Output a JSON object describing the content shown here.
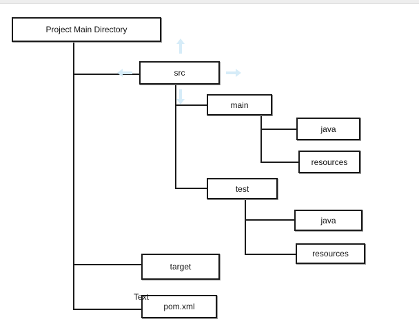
{
  "diagram": {
    "root_label": "Project Main Directory",
    "src_label": "src",
    "main_label": "main",
    "main_java_label": "java",
    "main_resources_label": "resources",
    "test_label": "test",
    "test_java_label": "java",
    "test_resources_label": "resources",
    "target_label": "target",
    "pom_label": "pom.xml",
    "floating_text": "Text"
  },
  "colors": {
    "connector": "#1a1a1a",
    "hover_arrow": "#d6ecf8"
  }
}
